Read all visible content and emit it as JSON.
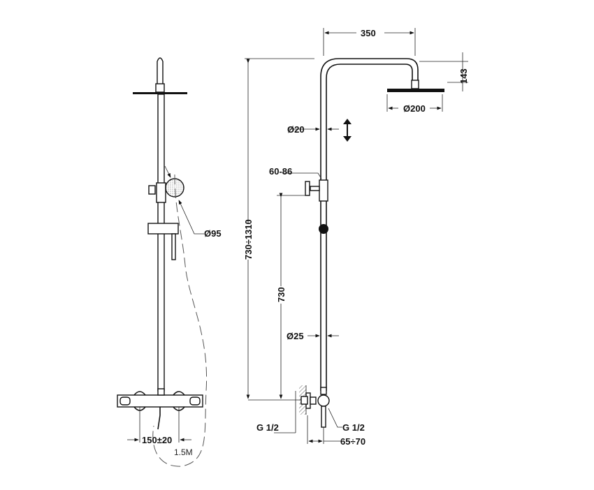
{
  "front_view": {
    "hand_shower_diameter": "Ø95",
    "mixer_centers": "150±20",
    "hose_length": "1.5M"
  },
  "side_view": {
    "arm_reach": "350",
    "head_drop": "143",
    "head_diameter": "Ø200",
    "upper_pipe_diameter": "Ø20",
    "holder_range": "60-86",
    "total_height": "730÷1310",
    "lower_height": "730",
    "lower_pipe_diameter": "Ø25",
    "inlet_left": "G 1/2",
    "inlet_right": "G 1/2",
    "wall_offset": "65÷70"
  }
}
